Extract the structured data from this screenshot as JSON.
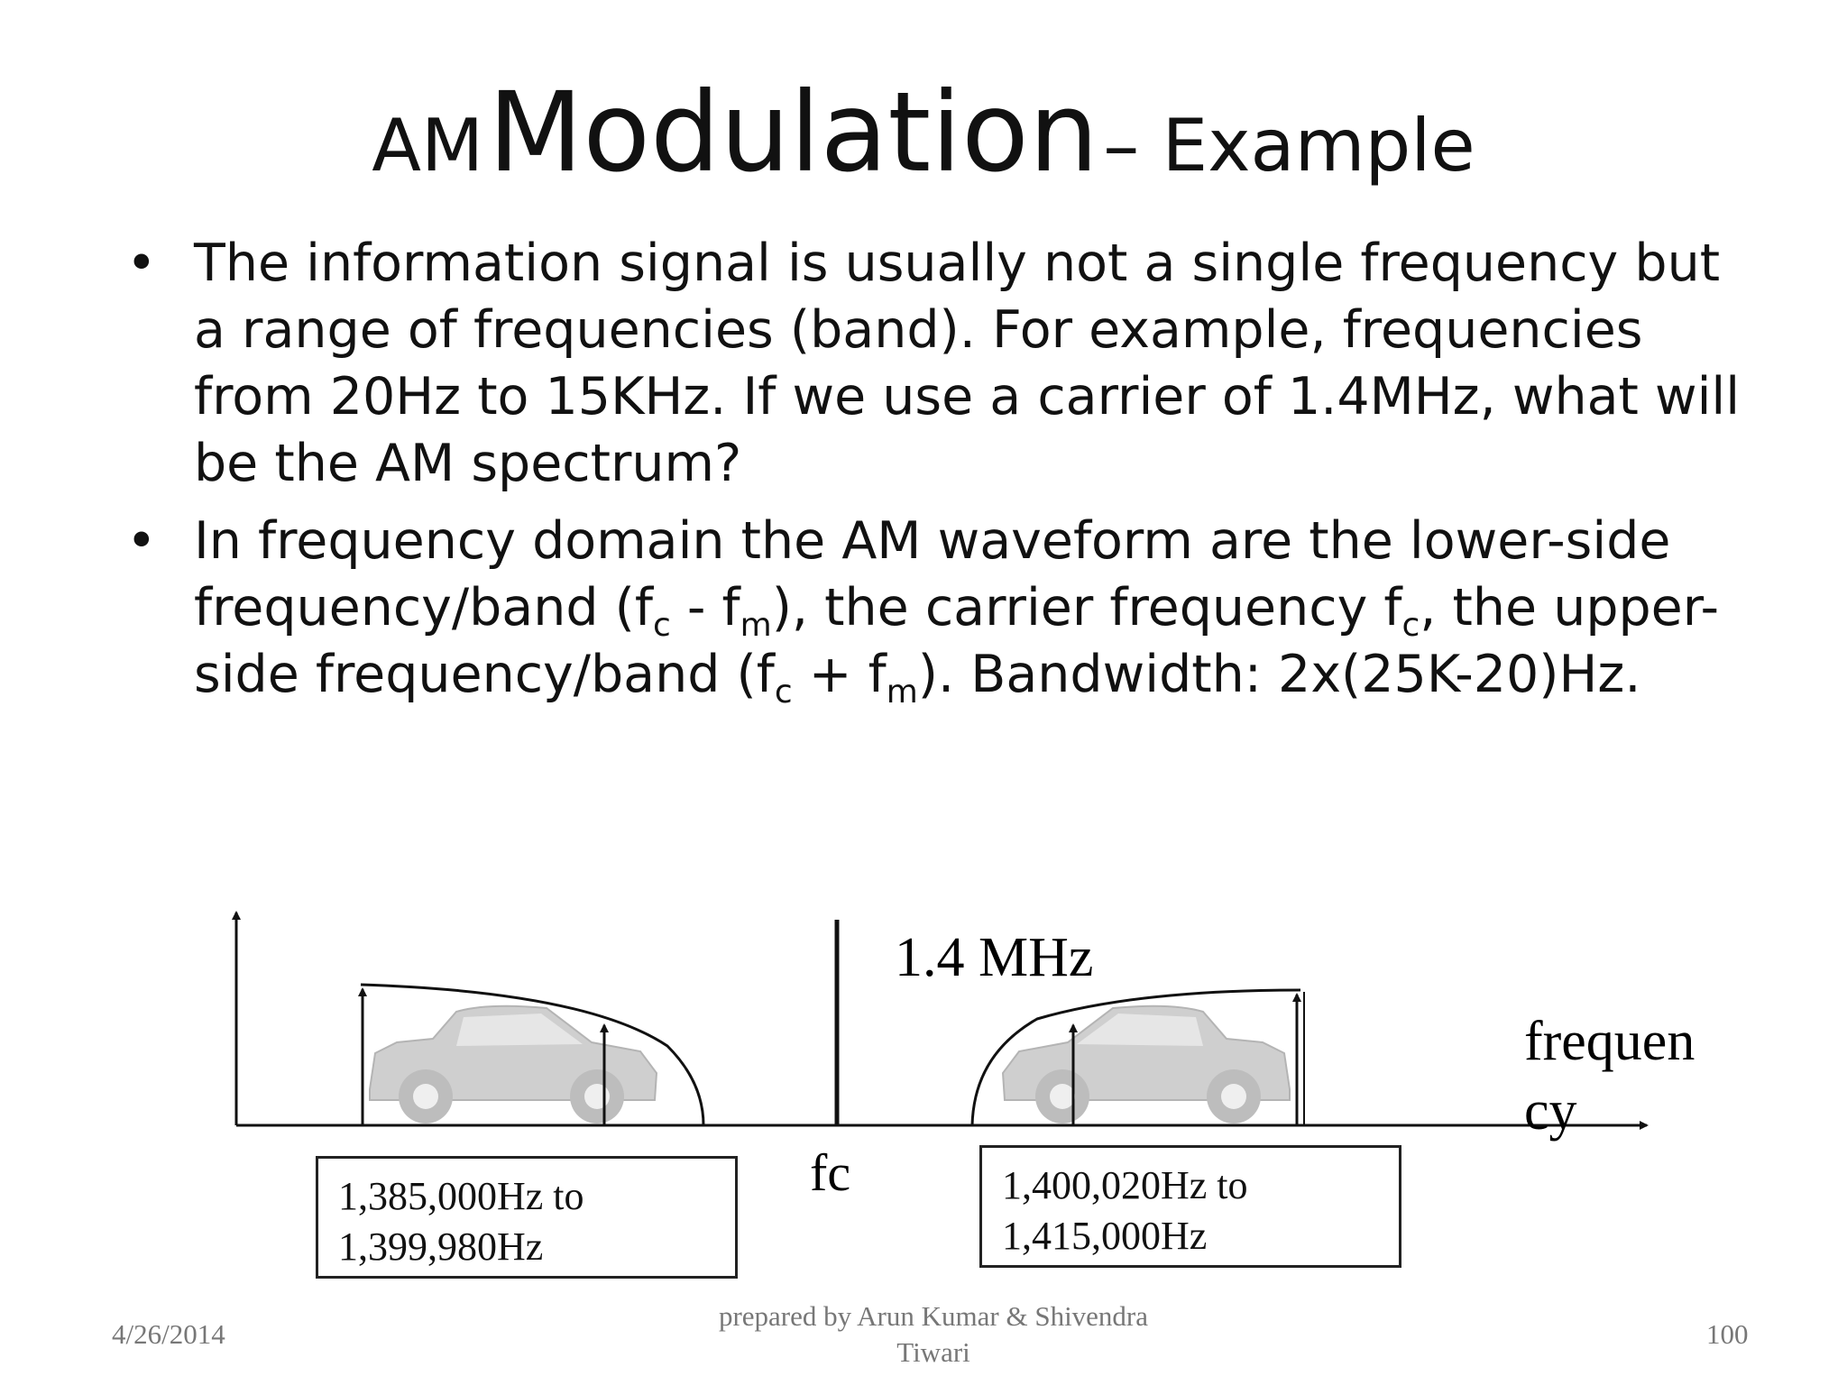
{
  "title": {
    "part1": "AM",
    "part2": "Modulation",
    "part3": "– Example"
  },
  "bullets": [
    {
      "text": "The information signal is usually not a single frequency but a range of frequencies (band). For example, frequencies from 20Hz to 15KHz. If we use a carrier of 1.4MHz, what will be the AM spectrum?"
    },
    {
      "seg1": "In frequency domain the AM waveform are the lower-side frequency/band (f",
      "sub1": "c",
      "seg2": " - f",
      "sub2": "m",
      "seg3": "), the carrier frequency f",
      "sub3": "c",
      "seg4": ", the upper-side frequency/band (f",
      "sub4": "c",
      "seg5": " + f",
      "sub5": "m",
      "seg6": "). Bandwidth: 2x(25K-20)Hz."
    }
  ],
  "diagram": {
    "carrier_label": "1.4 MHz",
    "fc_label": "fc",
    "axis_label_line1": "frequen",
    "axis_label_line2": "cy",
    "lower_band": {
      "line1": "1,385,000Hz to",
      "line2": "1,399,980Hz"
    },
    "upper_band": {
      "line1": "1,400,020Hz to",
      "line2": "1,415,000Hz"
    }
  },
  "footer": {
    "date": "4/26/2014",
    "author_line1": "prepared by Arun Kumar & Shivendra",
    "author_line2": "Tiwari",
    "page": "100"
  }
}
